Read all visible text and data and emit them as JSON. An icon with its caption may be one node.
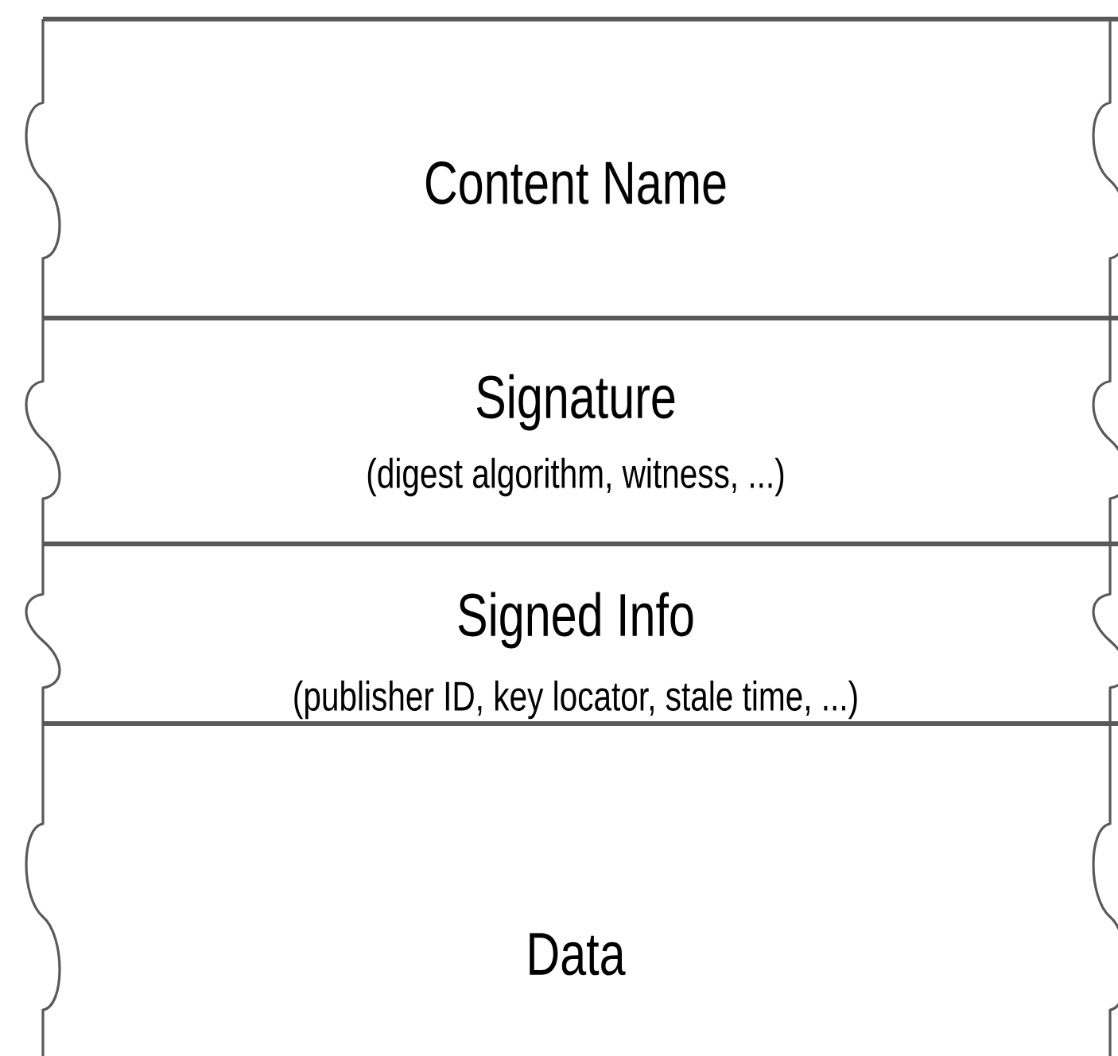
{
  "diagram": {
    "nodes": [
      {
        "text": [
          "Content Name"
        ]
      },
      {
        "text": [
          "Signature",
          "(digest algorithm, witness, ...)"
        ]
      },
      {
        "text": [
          "Signed Info",
          "(publisher ID, key locator, stale time, ...)"
        ]
      },
      {
        "text": [
          "Data"
        ]
      }
    ]
  }
}
